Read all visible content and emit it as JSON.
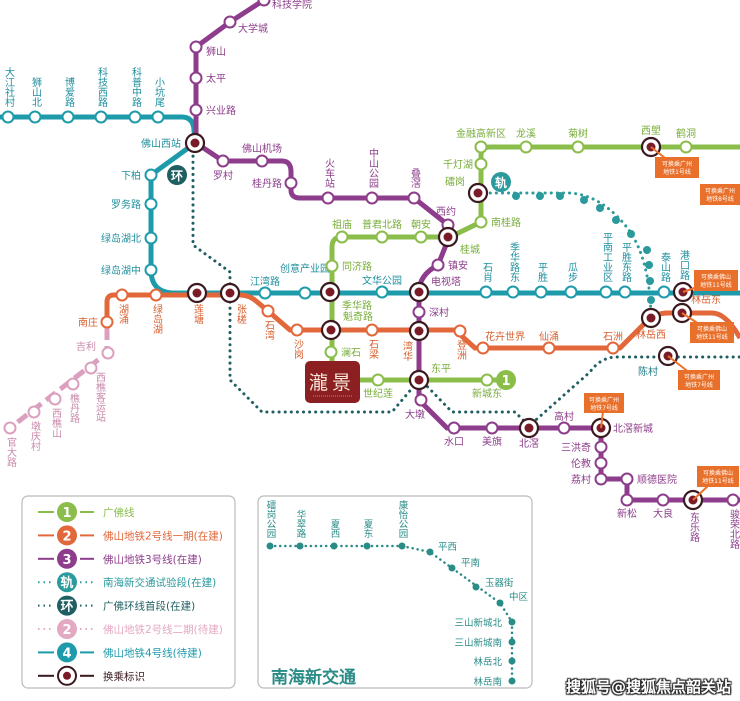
{
  "lines": [
    {
      "id": "line4",
      "name": "佛山地铁4号线(待建)",
      "color": "#1e9bab",
      "label_color": "#1e8f9e",
      "stations": [
        "大江社村",
        "狮山北",
        "博爱路",
        "科技西路",
        "科普中路",
        "小坑尾",
        "佛山西站",
        "下柏",
        "罗务路",
        "绿岛湖北",
        "绿岛湖中",
        "江湾路",
        "创意产业园",
        "文华公园",
        "石肖",
        "季华路东",
        "平胜",
        "瓜步",
        "平南工业区",
        "平胜东路",
        "泰山路",
        "港口路"
      ]
    },
    {
      "id": "line3",
      "name": "佛山地铁3号线(在建)",
      "color": "#8d3d8b",
      "label_color": "#8d3d8b",
      "stations": [
        "科技学院",
        "大学城",
        "狮山",
        "太平",
        "兴业路",
        "罗村",
        "佛山机场",
        "桂丹路",
        "火车站",
        "中山公园",
        "叠滘",
        "西约",
        "镇安",
        "电视塔",
        "深村",
        "大墩",
        "水口",
        "美旗",
        "北滘",
        "高村",
        "北滘新城",
        "三洪奇",
        "伦教",
        "荔村",
        "顺德医院",
        "新松",
        "大良",
        "东乐路",
        "骏荣北路"
      ]
    },
    {
      "id": "line2",
      "name": "佛山地铁2号线一期(在建)",
      "color": "#e2673a",
      "label_color": "#d9602f",
      "stations": [
        "南庄",
        "湖涌",
        "绿岛湖",
        "莲塘",
        "张槎",
        "石湾",
        "沙岗",
        "石梁",
        "湾华",
        "登洲",
        "花卉世界",
        "仙涌",
        "石洲",
        "林岳西",
        "林岳东"
      ]
    },
    {
      "id": "line2p2",
      "name": "佛山地铁2号线二期(待建)",
      "color": "#dca0bf",
      "label_color": "#c98aab",
      "stations": [
        "吉利",
        "西樵客运站",
        "樵丹路",
        "西樵山",
        "墩庆村",
        "官大路"
      ]
    },
    {
      "id": "line1",
      "name": "广佛线",
      "color": "#8bbd4b",
      "label_color": "#78ad3a",
      "stations": [
        "鹤洞",
        "西塱",
        "菊树",
        "龙溪",
        "金融高新区",
        "千灯湖",
        "礌岗",
        "南桂路",
        "桂城",
        "朝安",
        "普君北路",
        "祖庙",
        "同济路",
        "季华路",
        "魁奇路",
        "澜石",
        "世纪莲",
        "东平",
        "新城东"
      ]
    },
    {
      "id": "ring",
      "name": "广佛环线首段(在建)",
      "color": "#1f5e61",
      "label_color": "#1f7d86",
      "stations": [
        "陈村"
      ]
    }
  ],
  "badges": {
    "line1": "1",
    "rail": "轨",
    "ring": "环"
  },
  "transfer_tags": [
    {
      "line1": "可换乘广州",
      "line2": "地铁1号线"
    },
    {
      "line1": "可换乘广州",
      "line2": "地铁8号线"
    },
    {
      "line1": "可换乘佛山",
      "line2": "地铁11号线"
    },
    {
      "line1": "可换乘佛山",
      "line2": "地铁11号线"
    },
    {
      "line1": "可换乘广州",
      "line2": "地铁7号线"
    },
    {
      "line1": "可换乘广州",
      "line2": "地铁7号线"
    },
    {
      "line1": "可换乘佛山",
      "line2": "地铁11号线"
    }
  ],
  "logo": {
    "text": "瀧景",
    "color": "#8b1f22"
  },
  "legend": [
    {
      "badge": "1",
      "label": "广佛线",
      "color": "#8bbd4b"
    },
    {
      "badge": "2",
      "label": "佛山地铁2号线一期(在建)",
      "color": "#e2673a"
    },
    {
      "badge": "3",
      "label": "佛山地铁3号线(在建)",
      "color": "#8d3d8b"
    },
    {
      "badge": "轨",
      "label": "南海新交通试验段(在建)",
      "color": "#2a9a9c"
    },
    {
      "badge": "环",
      "label": "广佛环线首段(在建)",
      "color": "#1f5e61"
    },
    {
      "badge": "2",
      "label": "佛山地铁2号线二期(待建)",
      "color": "#e3a9c2"
    },
    {
      "badge": "4",
      "label": "佛山地铁4号线(待建)",
      "color": "#1e9bab"
    },
    {
      "badge": "",
      "label": "换乘标识",
      "color": "#3a1a1f"
    }
  ],
  "nanhai": {
    "title": "南海新交通",
    "color": "#2a8c87",
    "stations": [
      "礌岗公园",
      "华翠路",
      "夏西",
      "夏东",
      "康怡公园",
      "平西",
      "平南",
      "玉器街",
      "中区",
      "三山新城北",
      "三山新城南",
      "林岳北",
      "林岳南"
    ]
  },
  "watermark": "搜狐号@搜狐焦点韶关站"
}
